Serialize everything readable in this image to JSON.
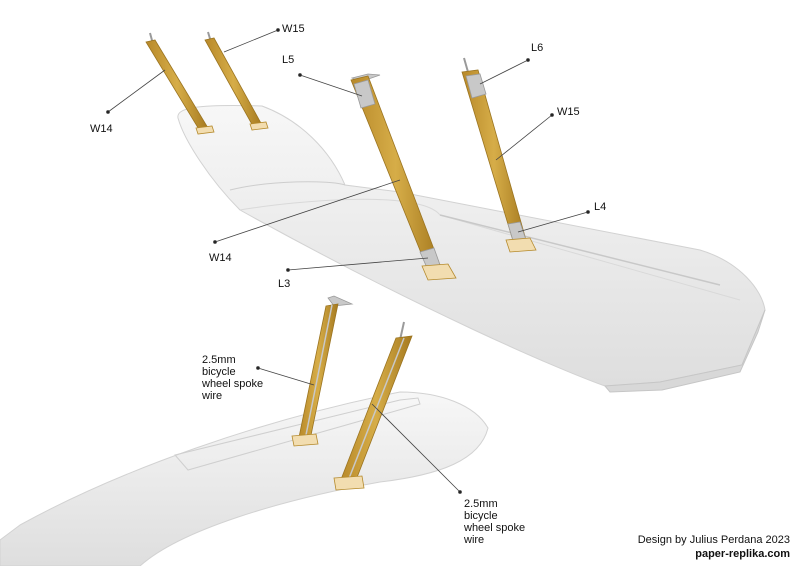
{
  "labels": {
    "w15_top": "W15",
    "w14_left": "W14",
    "l5": "L5",
    "l6": "L6",
    "w15_right": "W15",
    "w14_mid": "W14",
    "l4": "L4",
    "l3": "L3",
    "wire_left": "2.5mm\nbicycle\nwheel spoke\nwire",
    "wire_right": "2.5mm\nbicycle\nwheel spoke\nwire"
  },
  "credit": {
    "line1": "Design by Julius Perdana 2023",
    "line2": "paper-replika.com"
  },
  "colors": {
    "strut": "#c9a03a",
    "strut_dark": "#a07a22",
    "wing": "#ececec",
    "wing_edge": "#cfcfcf",
    "metal": "#bdbdbd"
  }
}
